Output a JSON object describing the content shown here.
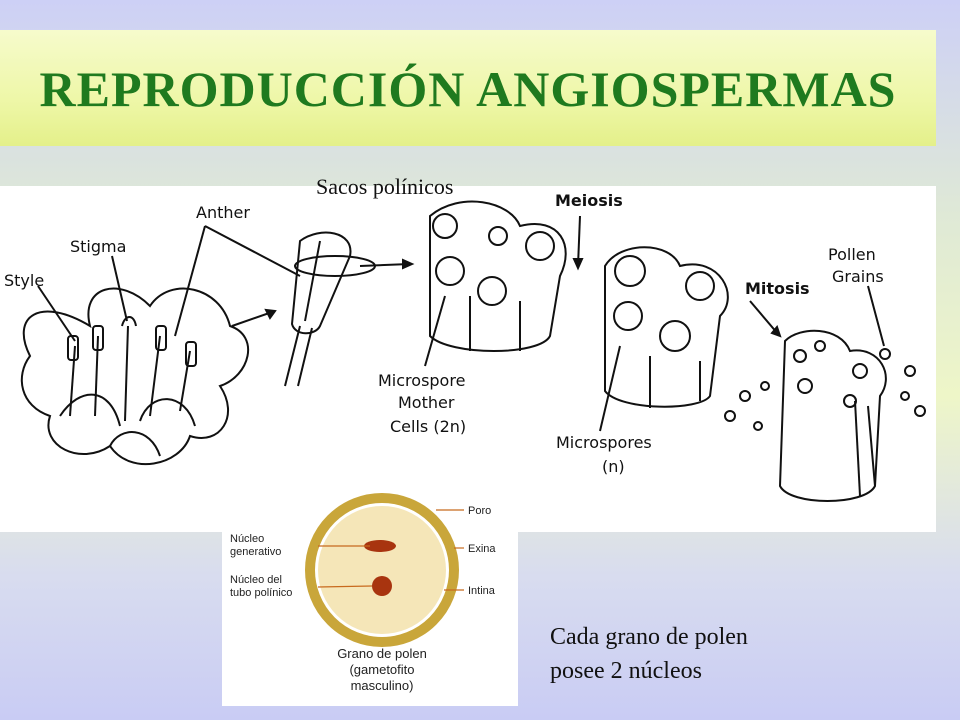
{
  "title": "REPRODUCCIÓN ANGIOSPERMAS",
  "sacos_label": "Sacos polínicos",
  "flower_diagram": {
    "labels": {
      "style": "Style",
      "stigma": "Stigma",
      "anther": "Anther",
      "meiosis": "Meiosis",
      "mitosis": "Mitosis",
      "pollen_grains_1": "Pollen",
      "pollen_grains_2": "Grains",
      "msmc_1": "Microspore",
      "msmc_2": "Mother",
      "msmc_3": "Cells (2n)",
      "microspores_1": "Microspores",
      "microspores_2": "(n)"
    }
  },
  "pollen_diagram": {
    "labels": {
      "poro": "Poro",
      "exina": "Exina",
      "intina": "Intina",
      "nucleo_gen_1": "Núcleo",
      "nucleo_gen_2": "generativo",
      "nucleo_tubo_1": "Núcleo del",
      "nucleo_tubo_2": "tubo polínico",
      "caption_1": "Grano de polen",
      "caption_2": "(gametofito",
      "caption_3": "masculino)"
    },
    "colors": {
      "exine": "#c9a63a",
      "cytoplasm": "#f5e6b8",
      "nucleus": "#a8340f",
      "leader": "#c86a1e"
    }
  },
  "caption": {
    "line1": "Cada grano de polen",
    "line2": "posee 2 núcleos"
  }
}
